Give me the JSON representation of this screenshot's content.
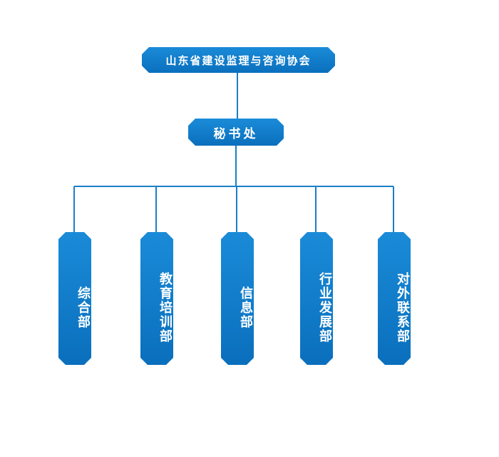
{
  "org_chart": {
    "root": {
      "label": "山东省建设监理与咨询协会"
    },
    "secretariat": {
      "label": "秘书处"
    },
    "departments": [
      {
        "label": "综合部"
      },
      {
        "label": "教育培训部"
      },
      {
        "label": "信息部"
      },
      {
        "label": "行业发展部"
      },
      {
        "label": "对外联系部"
      }
    ]
  },
  "colors": {
    "node_fill": "#0a7ccf",
    "connector": "#1a7fc6",
    "text": "#ffffff"
  }
}
